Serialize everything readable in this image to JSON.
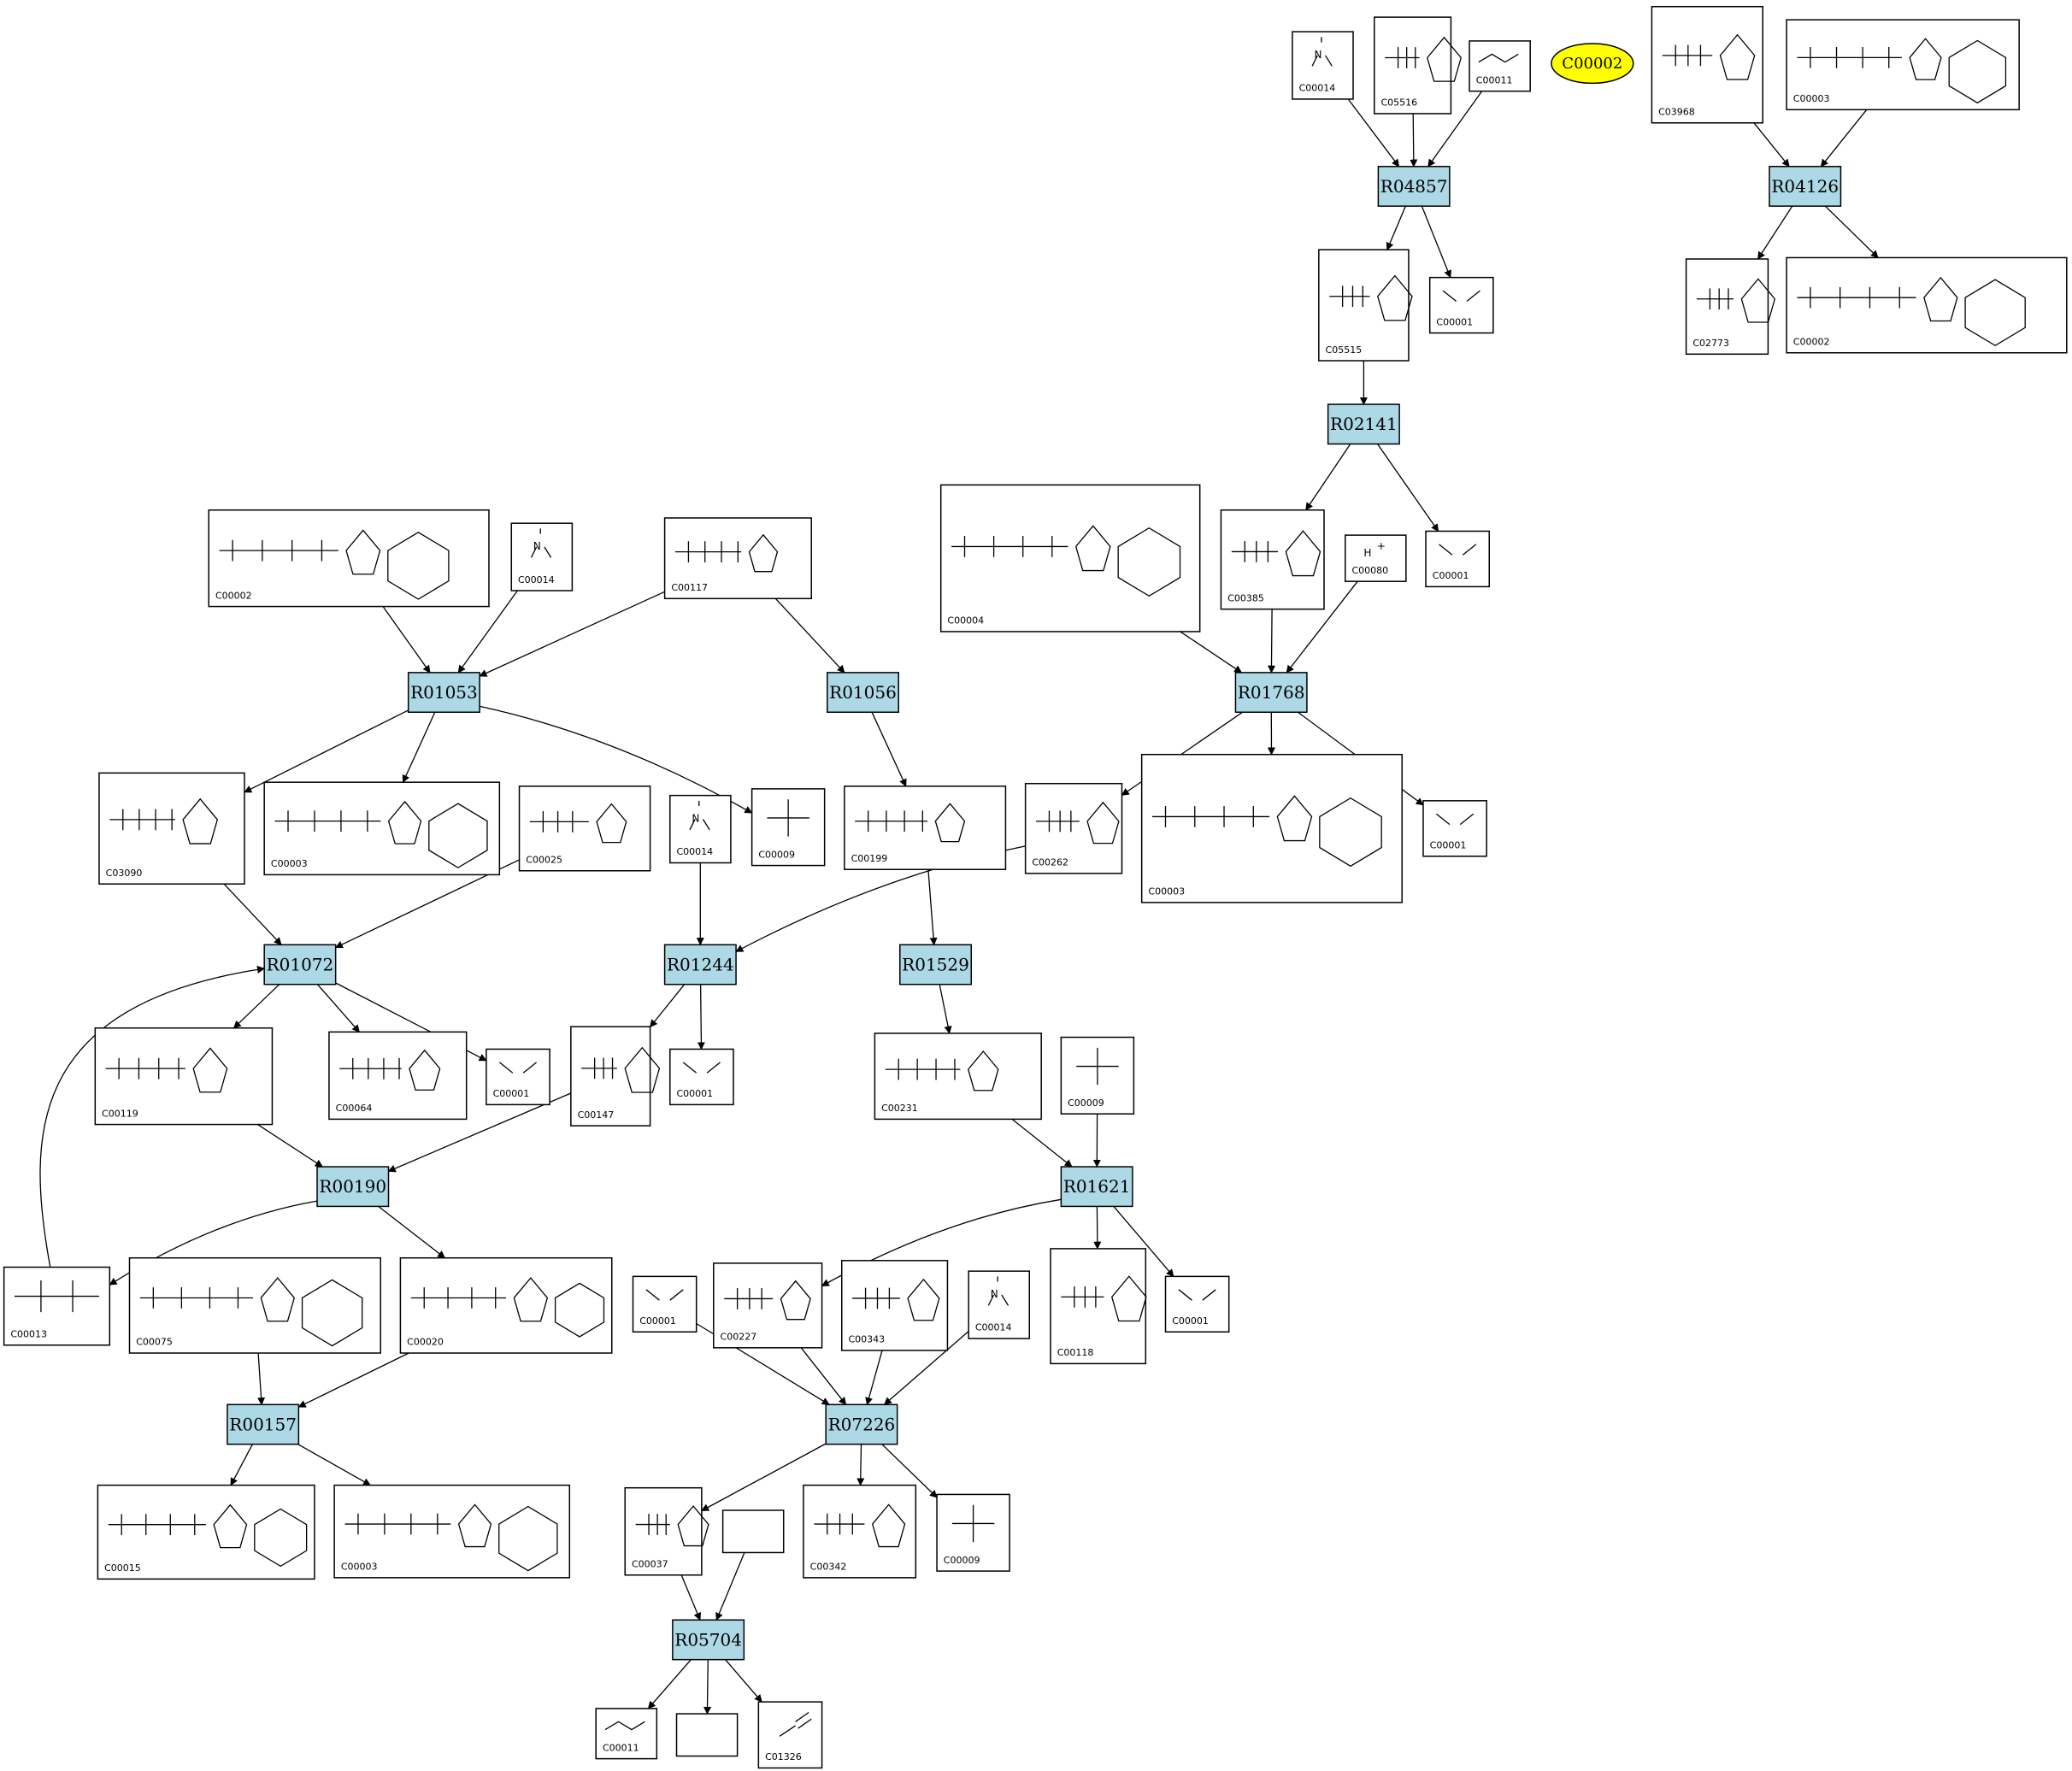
{
  "highlight": {
    "id": "C00002",
    "color": "#ffff00"
  },
  "reaction_color": "#add8e6",
  "reactions": [
    "R04857",
    "R04126",
    "R02141",
    "R01768",
    "R01053",
    "R01056",
    "R01072",
    "R01244",
    "R01529",
    "R00190",
    "R01621",
    "R00157",
    "R07226",
    "R05704"
  ],
  "compounds": [
    {
      "node": "n_c00014_a",
      "label": "C00014",
      "formula": "NH3"
    },
    {
      "node": "n_c05516",
      "label": "C05516",
      "formula": ""
    },
    {
      "node": "n_c00011_a",
      "label": "C00011",
      "formula": ""
    },
    {
      "node": "n_c03968",
      "label": "C03968",
      "formula": ""
    },
    {
      "node": "n_c00003_a",
      "label": "C00003",
      "formula": ""
    },
    {
      "node": "n_c05515",
      "label": "C05515",
      "formula": ""
    },
    {
      "node": "n_c00001_a",
      "label": "C00001",
      "formula": "H2O"
    },
    {
      "node": "n_c02773",
      "label": "C02773",
      "formula": ""
    },
    {
      "node": "n_c00002_b",
      "label": "C00002",
      "formula": ""
    },
    {
      "node": "n_c00001_b",
      "label": "C00001",
      "formula": "H2O"
    },
    {
      "node": "n_c00004",
      "label": "C00004",
      "formula": ""
    },
    {
      "node": "n_c00385",
      "label": "C00385",
      "formula": ""
    },
    {
      "node": "n_c00080",
      "label": "C00080",
      "formula": "H+"
    },
    {
      "node": "n_c00002_a",
      "label": "C00002",
      "formula": ""
    },
    {
      "node": "n_c00014_b",
      "label": "C00014",
      "formula": "NH3"
    },
    {
      "node": "n_c00117",
      "label": "C00117",
      "formula": ""
    },
    {
      "node": "n_c03090",
      "label": "C03090",
      "formula": ""
    },
    {
      "node": "n_c00003_b",
      "label": "C00003",
      "formula": ""
    },
    {
      "node": "n_c00025",
      "label": "C00025",
      "formula": ""
    },
    {
      "node": "n_c00014_c",
      "label": "C00014",
      "formula": "NH3"
    },
    {
      "node": "n_c00009_a",
      "label": "C00009",
      "formula": ""
    },
    {
      "node": "n_c00199",
      "label": "C00199",
      "formula": ""
    },
    {
      "node": "n_c00262",
      "label": "C00262",
      "formula": ""
    },
    {
      "node": "n_c00003_c",
      "label": "C00003",
      "formula": ""
    },
    {
      "node": "n_c00001_c",
      "label": "C00001",
      "formula": "H2O"
    },
    {
      "node": "n_c00119",
      "label": "C00119",
      "formula": ""
    },
    {
      "node": "n_c00064",
      "label": "C00064",
      "formula": ""
    },
    {
      "node": "n_c00001_d",
      "label": "C00001",
      "formula": "H2O"
    },
    {
      "node": "n_c00147",
      "label": "C00147",
      "formula": ""
    },
    {
      "node": "n_c00001_e",
      "label": "C00001",
      "formula": "H2O"
    },
    {
      "node": "n_c00231",
      "label": "C00231",
      "formula": ""
    },
    {
      "node": "n_c00009_b",
      "label": "C00009",
      "formula": ""
    },
    {
      "node": "n_c00013",
      "label": "C00013",
      "formula": ""
    },
    {
      "node": "n_c00075",
      "label": "C00075",
      "formula": ""
    },
    {
      "node": "n_c00020",
      "label": "C00020",
      "formula": ""
    },
    {
      "node": "n_c00001_f",
      "label": "C00001",
      "formula": "H2O"
    },
    {
      "node": "n_c00227",
      "label": "C00227",
      "formula": ""
    },
    {
      "node": "n_c00343",
      "label": "C00343",
      "formula": ""
    },
    {
      "node": "n_c00014_d",
      "label": "C00014",
      "formula": "NH3"
    },
    {
      "node": "n_c00118",
      "label": "C00118",
      "formula": ""
    },
    {
      "node": "n_c00001_g",
      "label": "C00001",
      "formula": "H2O"
    },
    {
      "node": "n_c00015",
      "label": "C00015",
      "formula": ""
    },
    {
      "node": "n_c00003_d",
      "label": "C00003",
      "formula": ""
    },
    {
      "node": "n_c00037",
      "label": "C00037",
      "formula": ""
    },
    {
      "node": "n_empty_a",
      "label": "",
      "formula": ""
    },
    {
      "node": "n_c00342",
      "label": "C00342",
      "formula": ""
    },
    {
      "node": "n_c00009_c",
      "label": "C00009",
      "formula": ""
    },
    {
      "node": "n_c00011_b",
      "label": "C00011",
      "formula": ""
    },
    {
      "node": "n_empty_b",
      "label": "",
      "formula": ""
    },
    {
      "node": "n_c01326",
      "label": "C01326",
      "formula": ""
    }
  ],
  "edges": [
    [
      "n_c00014_a",
      "R04857"
    ],
    [
      "n_c05516",
      "R04857"
    ],
    [
      "n_c00011_a",
      "R04857"
    ],
    [
      "R04857",
      "n_c05515"
    ],
    [
      "R04857",
      "n_c00001_a"
    ],
    [
      "n_c03968",
      "R04126"
    ],
    [
      "n_c00003_a",
      "R04126"
    ],
    [
      "R04126",
      "n_c02773"
    ],
    [
      "R04126",
      "n_c00002_b"
    ],
    [
      "n_c05515",
      "R02141"
    ],
    [
      "R02141",
      "n_c00385"
    ],
    [
      "R02141",
      "n_c00001_b"
    ],
    [
      "n_c00004",
      "R01768"
    ],
    [
      "n_c00385",
      "R01768"
    ],
    [
      "n_c00080",
      "R01768"
    ],
    [
      "R01768",
      "n_c00262"
    ],
    [
      "R01768",
      "n_c00003_c"
    ],
    [
      "R01768",
      "n_c00001_c"
    ],
    [
      "n_c00002_a",
      "R01053"
    ],
    [
      "n_c00014_b",
      "R01053"
    ],
    [
      "n_c00117",
      "R01053"
    ],
    [
      "R01053",
      "n_c03090"
    ],
    [
      "R01053",
      "n_c00003_b"
    ],
    [
      "R01053",
      "n_c00009_a"
    ],
    [
      "n_c00117",
      "R01056"
    ],
    [
      "R01056",
      "n_c00199"
    ],
    [
      "n_c03090",
      "R01072"
    ],
    [
      "n_c00025",
      "R01072"
    ],
    [
      "n_c00013",
      "R01072"
    ],
    [
      "R01072",
      "n_c00119"
    ],
    [
      "R01072",
      "n_c00064"
    ],
    [
      "R01072",
      "n_c00001_d"
    ],
    [
      "n_c00014_c",
      "R01244"
    ],
    [
      "n_c00262",
      "R01244"
    ],
    [
      "R01244",
      "n_c00147"
    ],
    [
      "R01244",
      "n_c00001_e"
    ],
    [
      "n_c00199",
      "R01529"
    ],
    [
      "R01529",
      "n_c00231"
    ],
    [
      "n_c00119",
      "R00190"
    ],
    [
      "n_c00147",
      "R00190"
    ],
    [
      "R00190",
      "n_c00013"
    ],
    [
      "R00190",
      "n_c00020"
    ],
    [
      "n_c00231",
      "R01621"
    ],
    [
      "n_c00009_b",
      "R01621"
    ],
    [
      "R01621",
      "n_c00227"
    ],
    [
      "R01621",
      "n_c00118"
    ],
    [
      "R01621",
      "n_c00001_g"
    ],
    [
      "n_c00075",
      "R00157"
    ],
    [
      "n_c00020",
      "R00157"
    ],
    [
      "R00157",
      "n_c00015"
    ],
    [
      "R00157",
      "n_c00003_d"
    ],
    [
      "n_c00001_f",
      "R07226"
    ],
    [
      "n_c00227",
      "R07226"
    ],
    [
      "n_c00343",
      "R07226"
    ],
    [
      "n_c00014_d",
      "R07226"
    ],
    [
      "R07226",
      "n_c00037"
    ],
    [
      "R07226",
      "n_c00342"
    ],
    [
      "R07226",
      "n_c00009_c"
    ],
    [
      "n_c00037",
      "R05704"
    ],
    [
      "n_empty_a",
      "R05704"
    ],
    [
      "R05704",
      "n_c00011_b"
    ],
    [
      "R05704",
      "n_empty_b"
    ],
    [
      "R05704",
      "n_c01326"
    ]
  ]
}
